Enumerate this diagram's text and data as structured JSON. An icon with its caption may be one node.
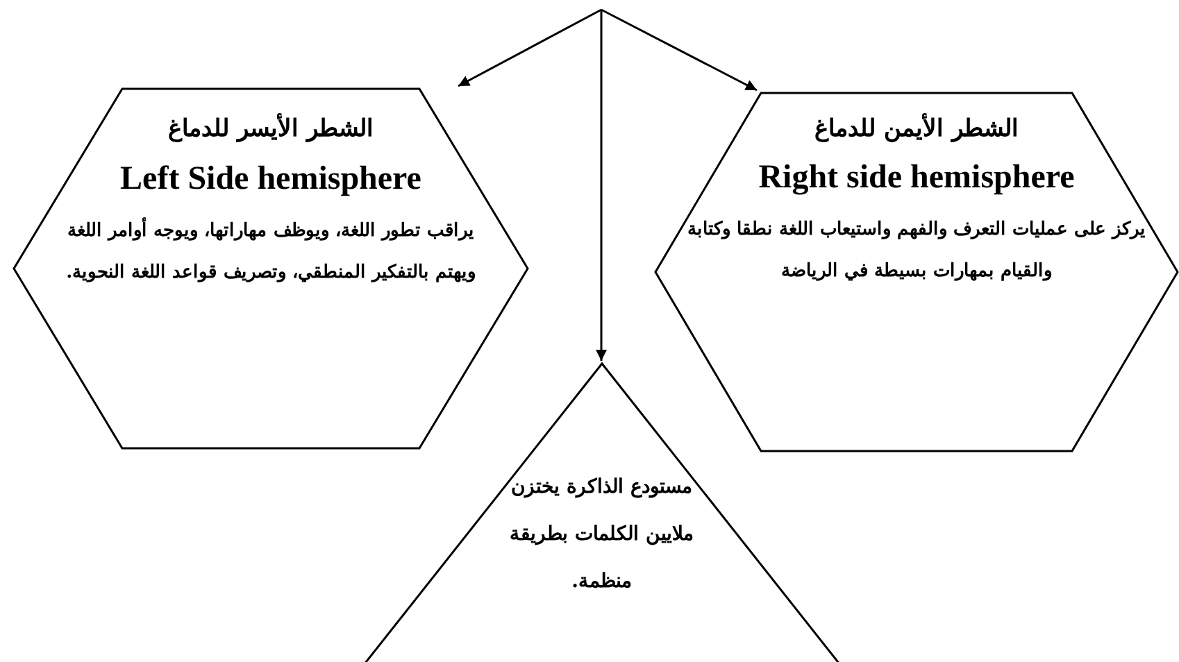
{
  "diagram": {
    "nodes": [
      {
        "text": [
          "الشطر الأيسر للدماغ",
          "Left Side hemisphere",
          "يراقب تطور اللغة، ويوظف مهاراتها، ويوجه أوامر اللغة ويهتم بالتفكير المنطقي، وتصريف قواعد اللغة النحوية."
        ]
      },
      {
        "text": [
          "الشطر الأيمن للدماغ",
          "Right side hemisphere",
          "يركز على عمليات التعرف والفهم واستيعاب اللغة نطقا وكتابة والقيام بمهارات بسيطة في الرياضة"
        ]
      },
      {
        "text": [
          "مستودع الذاكرة يختزن ملايين الكلمات بطريقة منظمة."
        ]
      }
    ],
    "edges": [
      {
        "from": null,
        "to": 0,
        "arrow": "to"
      },
      {
        "from": null,
        "to": 1,
        "arrow": "to"
      },
      {
        "from": null,
        "to": 2,
        "arrow": "to"
      }
    ]
  }
}
